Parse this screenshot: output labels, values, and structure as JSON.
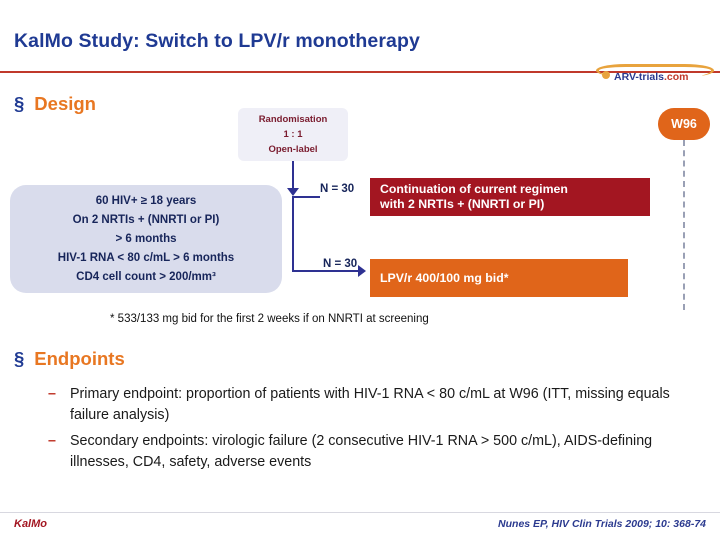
{
  "slide": {
    "title": "KalMo Study: Switch to LPV/r monotherapy",
    "logo": {
      "name": "ARV-trials",
      "suffix": ".com"
    }
  },
  "sections": {
    "design": {
      "bullet": "§",
      "label": "Design"
    },
    "endpoints": {
      "bullet": "§",
      "label": "Endpoints"
    }
  },
  "diagram": {
    "randomisation": {
      "line1": "Randomisation",
      "line2": "1 : 1",
      "line3": "Open-label"
    },
    "criteria": [
      "60 HIV+ ≥ 18 years",
      "On 2 NRTIs + (NNRTI or PI)",
      "> 6 months",
      "HIV-1 RNA < 80 c/mL > 6 months",
      "CD4 cell count > 200/mm³"
    ],
    "arms": [
      {
        "n_label": "N = 30",
        "line1": "Continuation of current regimen",
        "line2": "with 2 NRTIs + (NNRTI or PI)",
        "color": "#A31621"
      },
      {
        "n_label": "N = 30",
        "line1": "LPV/r 400/100 mg bid*",
        "line2": "",
        "color": "#E0651A"
      }
    ],
    "timepoint_badge": "W96",
    "footnote": "* 533/133 mg bid for the first 2 weeks if on NNRTI at screening"
  },
  "endpoints": {
    "items": [
      {
        "dash": "–",
        "text": "Primary endpoint: proportion of patients with HIV-1 RNA < 80 c/mL at W96 (ITT, missing equals failure analysis)"
      },
      {
        "dash": "–",
        "text": "Secondary endpoints: virologic failure (2 consecutive HIV-1 RNA > 500 c/mL), AIDS-defining illnesses, CD4, safety, adverse events"
      }
    ]
  },
  "footer": {
    "study_logo": "KalMo",
    "reference": "Nunes EP, HIV Clin Trials 2009; 10: 368-74"
  },
  "colors": {
    "title_blue": "#1F3A93",
    "accent_orange": "#E87722",
    "rule_red": "#C0392B",
    "arm1": "#A31621",
    "arm2": "#E0651A",
    "criteria_bg": "#D9DCEC"
  }
}
